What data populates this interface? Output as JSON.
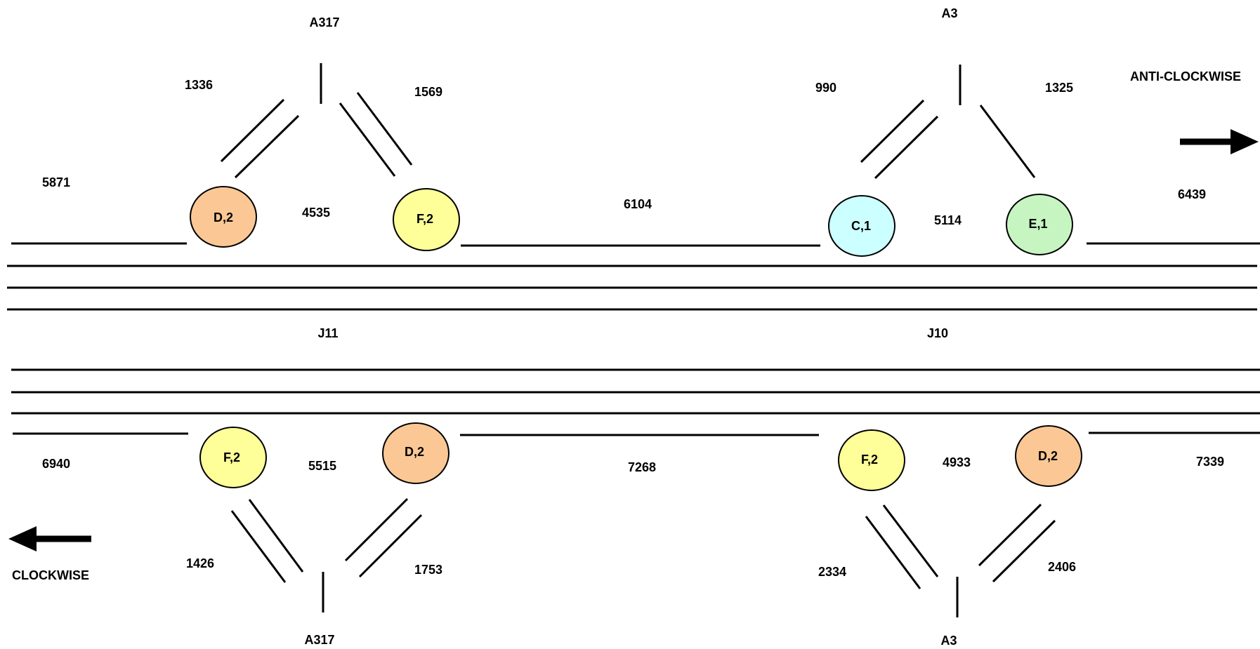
{
  "directions": {
    "anticlockwise": "ANTI-CLOCKWISE",
    "clockwise": "CLOCKWISE"
  },
  "junctions": {
    "j11": "J11",
    "j10": "J10"
  },
  "roads": {
    "a317_top": "A317",
    "a3_top": "A3",
    "a317_bottom": "A317",
    "a3_bottom": "A3"
  },
  "anticlockwise_flows": {
    "mainline_before_j11": "5871",
    "j11_offslip": "1336",
    "j11_onslip": "1569",
    "j11_between_slips": "4535",
    "j11_to_j10": "6104",
    "j10_offslip": "990",
    "j10_onslip": "1325",
    "j10_between_slips": "5114",
    "mainline_after_j10": "6439"
  },
  "clockwise_flows": {
    "mainline_after_j11": "6940",
    "j11_onslip": "1426",
    "j11_offslip": "1753",
    "j11_between_slips": "5515",
    "j10_to_j11": "7268",
    "j10_onslip": "2334",
    "j10_offslip": "2406",
    "j10_between_slips": "4933",
    "mainline_before_j10": "7339"
  },
  "nodes": {
    "j11_ac_diverge": {
      "label": "D,2",
      "color": "#FBC895"
    },
    "j11_ac_merge": {
      "label": "F,2",
      "color": "#FFFF99"
    },
    "j10_ac_diverge": {
      "label": "C,1",
      "color": "#CCFFFF"
    },
    "j10_ac_merge": {
      "label": "E,1",
      "color": "#C6F5C2"
    },
    "j11_cw_merge": {
      "label": "F,2",
      "color": "#FFFF99"
    },
    "j11_cw_diverge": {
      "label": "D,2",
      "color": "#FBC895"
    },
    "j10_cw_merge": {
      "label": "F,2",
      "color": "#FFFF99"
    },
    "j10_cw_diverge": {
      "label": "D,2",
      "color": "#FBC895"
    }
  }
}
